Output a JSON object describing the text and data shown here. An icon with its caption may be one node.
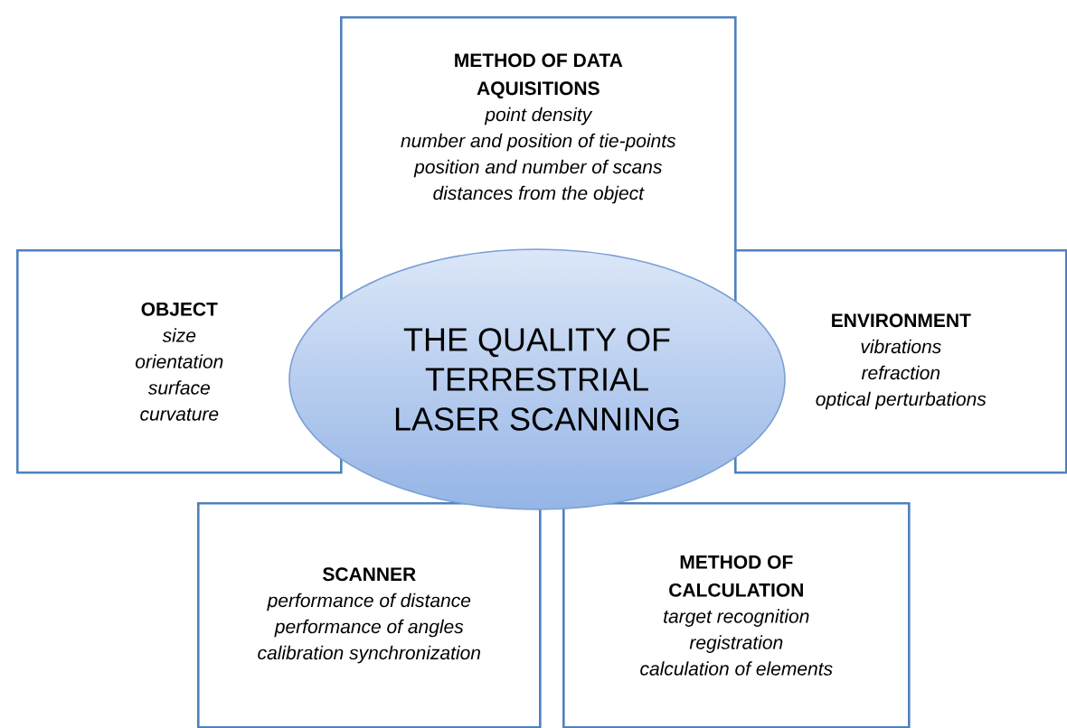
{
  "diagram": {
    "nodes": [
      {
        "text": [
          "METHOD OF DATA AQUISITIONS",
          "point density",
          "number and position of tie-points",
          "position and number of scans",
          "distances from the object"
        ]
      },
      {
        "text": [
          "OBJECT",
          "size",
          "orientation",
          "surface",
          "curvature"
        ]
      },
      {
        "text": [
          "THE QUALITY OF TERRESTRIAL LASER SCANNING"
        ]
      },
      {
        "text": [
          "ENVIRONMENT",
          "vibrations",
          "refraction",
          "optical perturbations"
        ]
      },
      {
        "text": [
          "SCANNER",
          "performance of distance",
          "performance of angles",
          "calibration synchronization"
        ]
      },
      {
        "text": [
          "METHOD OF CALCULATION",
          "target recognition",
          "registration",
          "calculation of elements"
        ]
      }
    ]
  }
}
